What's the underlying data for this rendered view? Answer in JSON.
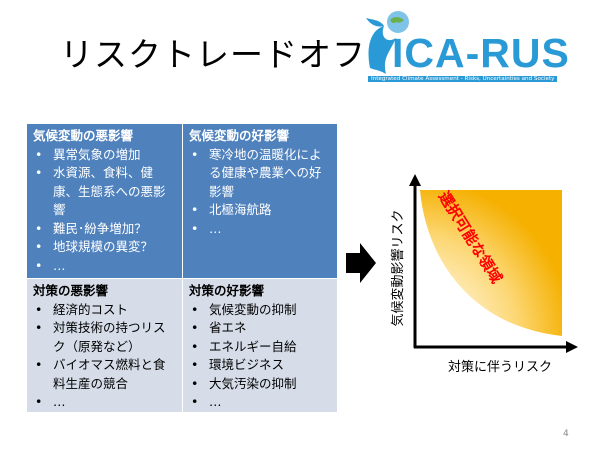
{
  "slide": {
    "title": "リスクトレードオフ",
    "page_number": "4"
  },
  "logo": {
    "text": "ICA-RUS",
    "subtitle": "Integrated Climate Assessment - Risks, Uncertainties and Society",
    "colors": {
      "primary": "#2a9ad6"
    },
    "icon": "bird-globe-icon"
  },
  "matrix": {
    "top_left": {
      "heading": "気候変動の悪影響",
      "items": [
        "異常気象の増加",
        "水資源、食料、健康、生態系への悪影響",
        "難民･紛争増加？",
        "地球規模の異変？",
        "…"
      ]
    },
    "top_right": {
      "heading": "気候変動の好影響",
      "items": [
        "寒冷地の温暖化による健康や農業への好影響",
        "北極海航路",
        "…"
      ]
    },
    "bottom_left": {
      "heading": "対策の悪影響",
      "items": [
        "経済的コスト",
        "対策技術の持つリスク（原発など）",
        "バイオマス燃料と食料生産の競合",
        "…"
      ]
    },
    "bottom_right": {
      "heading": "対策の好影響",
      "items": [
        "気候変動の抑制",
        "省エネ",
        "エネルギー自給",
        "環境ビジネス",
        "大気汚染の抑制",
        "…"
      ]
    },
    "colors": {
      "top": "#4f81bd",
      "bottom": "#d6dde9"
    }
  },
  "chart": {
    "y_label": "気候変動影響リスク",
    "x_label": "対策に伴うリスク",
    "region_label": "選択可能な領域",
    "colors": {
      "region_label": "#ff0000",
      "gradient_inner": "#f7b500",
      "gradient_outer": "#fff7e0"
    }
  }
}
